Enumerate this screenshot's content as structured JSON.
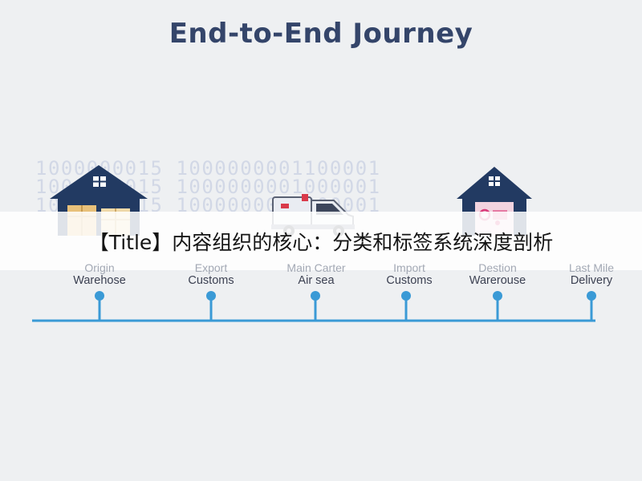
{
  "title": "End-to-End Journey",
  "overlay_text": "【Title】内容组织的核心：分类和标签系统深度剖析",
  "background_binary": [
    "1000000015 1000000001100001",
    "1000000015 1000000001000001",
    "1000000015 1000000001000001"
  ],
  "stages": [
    {
      "line1": "Origin",
      "line2": "Warehose"
    },
    {
      "line1": "Export",
      "line2": "Customs"
    },
    {
      "line1": "Main Carter",
      "line2": "Air sea"
    },
    {
      "line1": "Import",
      "line2": "Customs"
    },
    {
      "line1": "Destion",
      "line2": "Warerouse"
    },
    {
      "line1": "Last Mile",
      "line2": "Delivery"
    }
  ],
  "icons": [
    "warehouse-icon",
    "truck-icon",
    "warehouse-icon"
  ],
  "colors": {
    "title": "#34456a",
    "timeline": "#3a9ad6",
    "house": "#223a62",
    "crates": "#e8c07a",
    "truck_accent": "#d93a4a"
  }
}
